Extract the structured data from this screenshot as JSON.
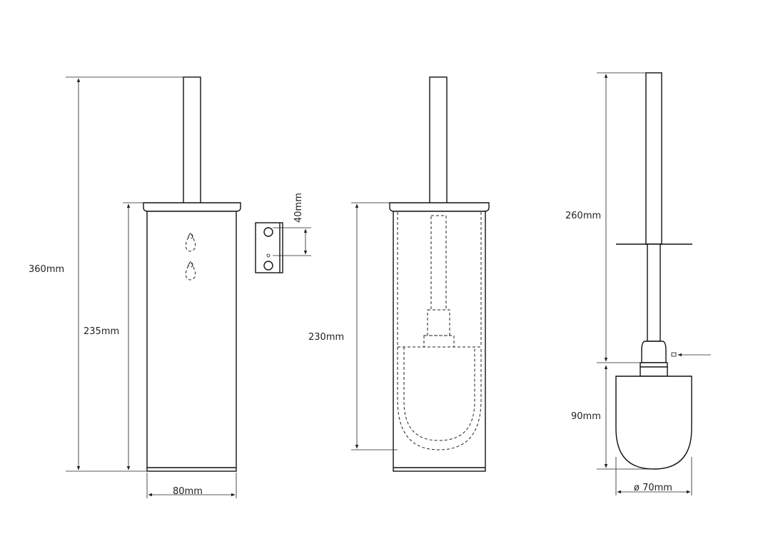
{
  "dimensions": {
    "overall_height": "360mm",
    "holder_height": "235mm",
    "holder_width": "80mm",
    "bracket_spacing": "40mm",
    "inner_height": "230mm",
    "handle_length": "260mm",
    "head_height": "90mm",
    "head_diameter": "ø 70mm"
  }
}
